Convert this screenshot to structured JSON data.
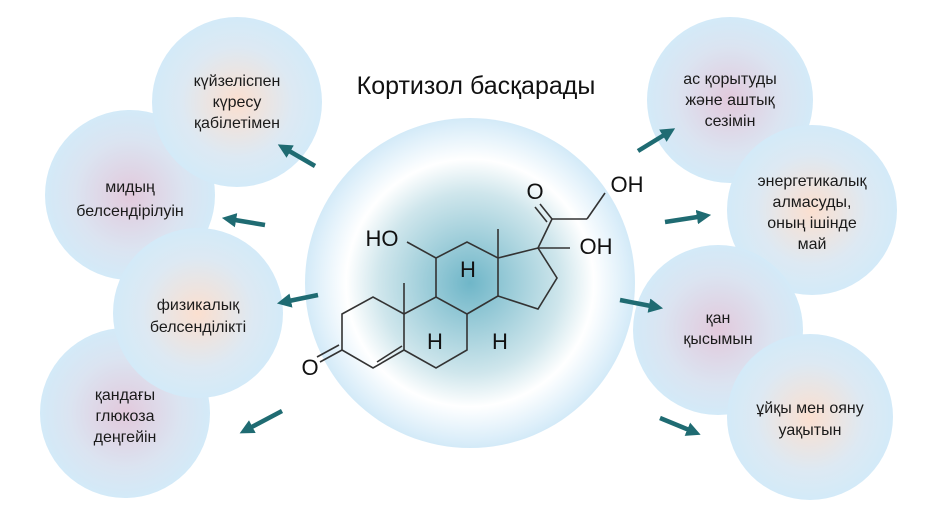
{
  "title": "Кортизол басқарады",
  "colors": {
    "arrow": "#1f6b72",
    "bubble_edge": "#d3eaf8",
    "center_core": "#6fb6c8"
  },
  "left_items": [
    {
      "lines": [
        "мидың",
        "белсендірілуін"
      ],
      "tint": "#e2c9dc"
    },
    {
      "lines": [
        "күйзеліспен",
        "күресу",
        "қабілетімен"
      ],
      "tint": "#fbdfcf"
    },
    {
      "lines": [
        "қандағы",
        "глюкоза",
        "деңгейін"
      ],
      "tint": "#e2c9dc"
    },
    {
      "lines": [
        "физикалық",
        "белсенділікті"
      ],
      "tint": "#fbdfcf"
    }
  ],
  "right_items": [
    {
      "lines": [
        "ас қорытуды",
        "және аштық",
        "сезімін"
      ],
      "tint": "#e2c9dc"
    },
    {
      "lines": [
        "энергетикалық",
        "алмасуды,",
        "оның ішінде",
        "май"
      ],
      "tint": "#fbdfcf"
    },
    {
      "lines": [
        "қан",
        "қысымын"
      ],
      "tint": "#e2c9dc"
    },
    {
      "lines": [
        "ұйқы мен ояну",
        "уақытын"
      ],
      "tint": "#fbdfcf"
    }
  ],
  "molecule": {
    "labels": {
      "ho": "HO",
      "oh1": "OH",
      "oh2": "OH",
      "o_keto": "O",
      "o_ring": "O",
      "h1": "H",
      "h2": "H",
      "h3": "H"
    }
  }
}
